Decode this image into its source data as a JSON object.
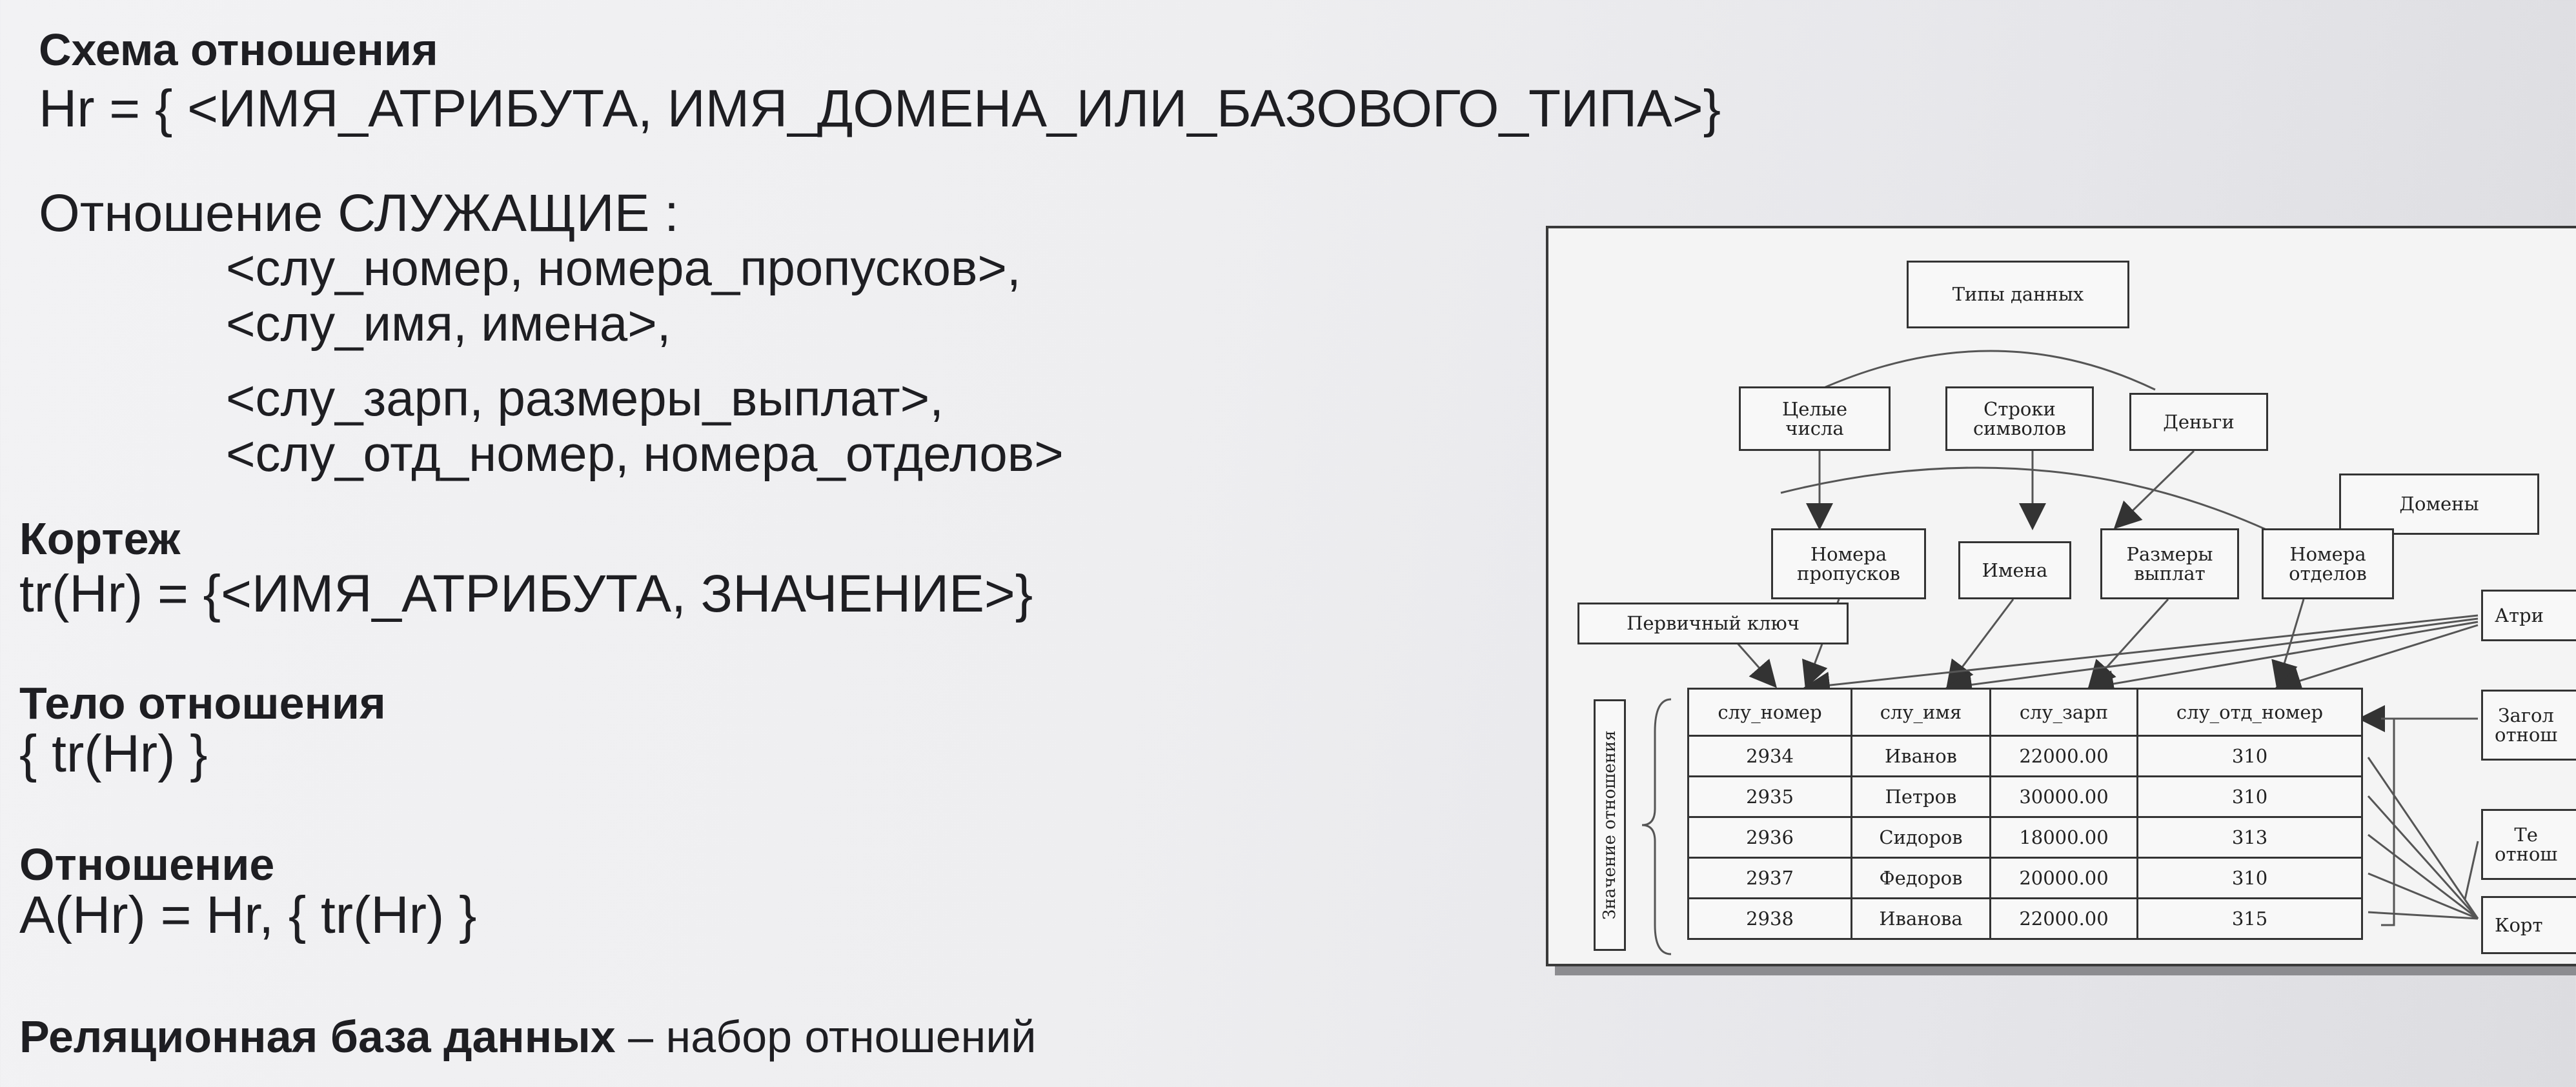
{
  "slide": {
    "schema_heading": "Схема отношения",
    "schema_formula": "Hr = { <ИМЯ_АТРИБУТА, ИМЯ_ДОМЕНА_ИЛИ_БАЗОВОГО_ТИПА>}",
    "relation_intro": "Отношение СЛУЖАЩИЕ :",
    "attributes": [
      "<слу_номер, номера_пропусков>,",
      "<слу_имя, имена>,",
      "<слу_зарп, размеры_выплат>,",
      "<слу_отд_номер, номера_отделов>"
    ],
    "tuple_heading": "Кортеж",
    "tuple_formula": "tr(Hr) = {<ИМЯ_АТРИБУТА, ЗНАЧЕНИЕ>}",
    "body_heading": "Тело отношения",
    "body_formula": "{ tr(Hr) }",
    "relation_heading": "Отношение",
    "relation_formula": "A(Hr) = Hr, { tr(Hr) }",
    "db_definition_bold": "Реляционная база данных",
    "db_definition_rest": " – набор отношений"
  },
  "diagram": {
    "data_types_label": "Типы данных",
    "types": [
      "Целые\nчисла",
      "Строки\nсимволов",
      "Деньги"
    ],
    "domains_label": "Домены",
    "domains": [
      "Номера\nпропусков",
      "Имена",
      "Размеры\nвыплат",
      "Номера\nотделов"
    ],
    "primary_key_label": "Первичный ключ",
    "side_labels": [
      "Атри",
      "Загол\nотнош",
      "Те\nотнош",
      "Корт"
    ],
    "relation_value_label": "Значение отношения",
    "table": {
      "headers": [
        "слу_номер",
        "слу_имя",
        "слу_зарп",
        "слу_отд_номер"
      ],
      "rows": [
        [
          "2934",
          "Иванов",
          "22000.00",
          "310"
        ],
        [
          "2935",
          "Петров",
          "30000.00",
          "310"
        ],
        [
          "2936",
          "Сидоров",
          "18000.00",
          "313"
        ],
        [
          "2937",
          "Федоров",
          "20000.00",
          "310"
        ],
        [
          "2938",
          "Иванова",
          "22000.00",
          "315"
        ]
      ]
    }
  }
}
